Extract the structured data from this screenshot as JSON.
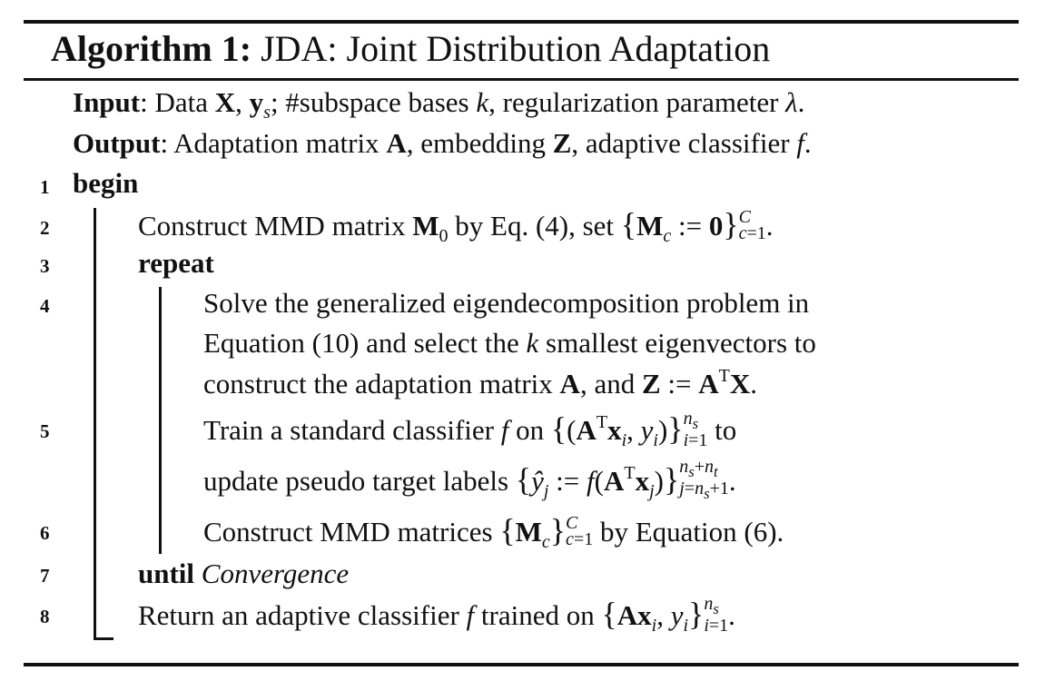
{
  "algorithm": {
    "label": "Algorithm 1:",
    "name": "JDA: Joint Distribution Adaptation"
  },
  "io": {
    "input_label": "Input",
    "input_text": "Data X, ys; #subspace bases k, regularization parameter λ.",
    "output_label": "Output",
    "output_text": "Adaptation matrix A, embedding Z, adaptive classifier f."
  },
  "keywords": {
    "begin": "begin",
    "repeat": "repeat",
    "until": "until",
    "convergence": "Convergence"
  },
  "line_numbers": [
    "1",
    "2",
    "3",
    "4",
    "5",
    "6",
    "7",
    "8"
  ],
  "steps": {
    "s2": "Construct MMD matrix M0 by Eq. (4), set {Mc := 0}c=1..C.",
    "s4_a": "Solve the generalized eigendecomposition problem in",
    "s4_b": "Equation (10) and select the k smallest eigenvectors to",
    "s4_c": "construct the adaptation matrix A, and Z := AᵀX.",
    "s5_a": "Train a standard classifier f on {(Aᵀxi, yi)}i=1..ns to",
    "s5_b": "update pseudo target labels {ŷj := f(Aᵀxj)}j=ns+1..ns+nt.",
    "s6": "Construct MMD matrices {Mc}c=1..C by Equation (6).",
    "s8": "Return an adaptive classifier f trained on {Axi, yi}i=1..ns."
  }
}
